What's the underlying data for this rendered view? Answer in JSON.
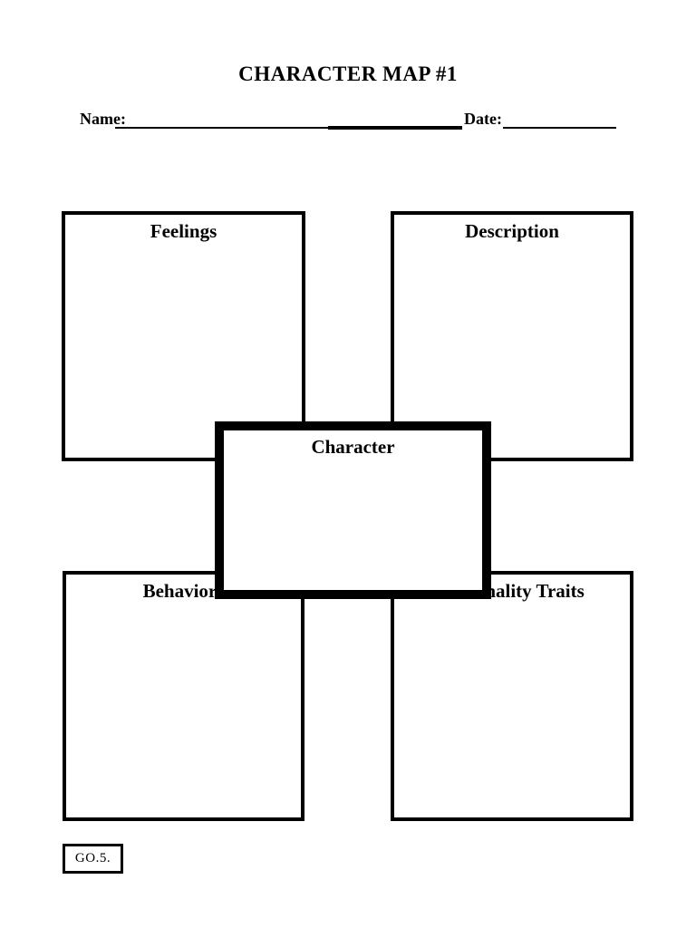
{
  "page": {
    "title": "CHARACTER MAP #1",
    "paper_color": "#ffffff",
    "ink_color": "#000000"
  },
  "header": {
    "name_label": "Name:",
    "name_value": "",
    "date_label": "Date:",
    "date_value": ""
  },
  "map": {
    "center": {
      "id": "character",
      "label": "Character",
      "value": ""
    },
    "boxes": [
      {
        "id": "feelings",
        "label": "Feelings",
        "value": ""
      },
      {
        "id": "description",
        "label": "Description",
        "value": ""
      },
      {
        "id": "behaviors",
        "label": "Behaviors",
        "value": ""
      },
      {
        "id": "personality_traits",
        "label": "Personality Traits",
        "value": ""
      }
    ]
  },
  "footer": {
    "code": "GO.5."
  }
}
